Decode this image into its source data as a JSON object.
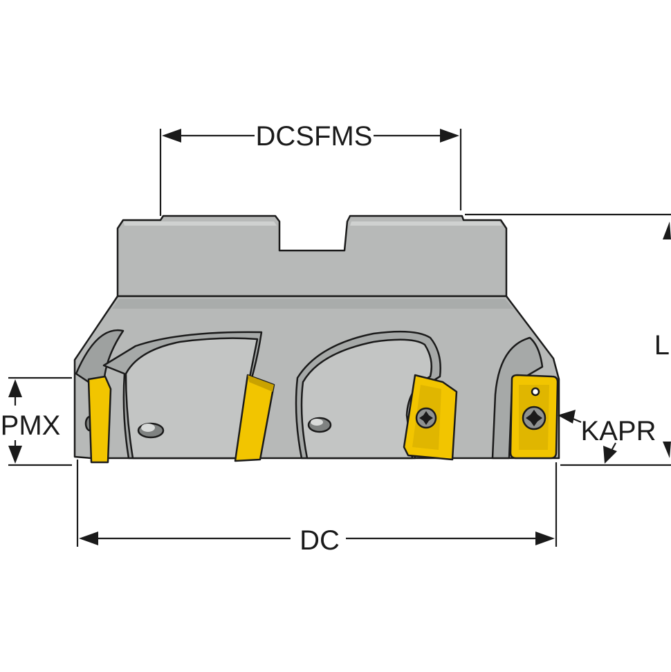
{
  "labels": {
    "dcsfms": "DCSFMS",
    "l": "L",
    "pmx": "PMX",
    "kapr": "KAPR",
    "dc": "DC"
  },
  "colors": {
    "body": "#b7b9b8",
    "body_shade": "#9ea1a0",
    "body_light": "#cfd1d0",
    "insert": "#f2c500",
    "insert_dark": "#c9a200",
    "screw": "#8f9291",
    "outline": "#1a1a1a"
  },
  "icons": {
    "insert": "indexable-insert-icon",
    "screw": "torx-screw-icon"
  }
}
